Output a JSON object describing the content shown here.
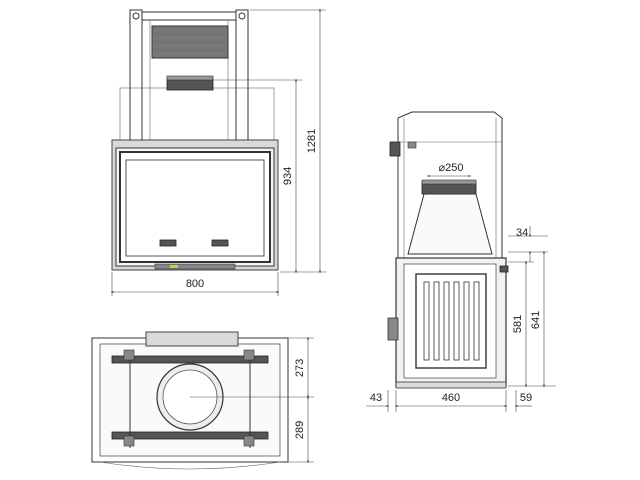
{
  "front_view": {
    "width_label": "800",
    "height_total_label": "1281",
    "height_flue_label": "934"
  },
  "side_view": {
    "flue_diameter_label": "⌀250",
    "height_upper_label": "641",
    "height_lower_label": "581",
    "offset_top_label": "34",
    "depth_front_label": "43",
    "depth_body_label": "460",
    "depth_rear_label": "59"
  },
  "top_view": {
    "depth_front_label": "273",
    "depth_rear_label": "289"
  },
  "colors": {
    "line": "#333333",
    "fill_gray": "#d9d9d9",
    "fill_dark": "#555555"
  }
}
